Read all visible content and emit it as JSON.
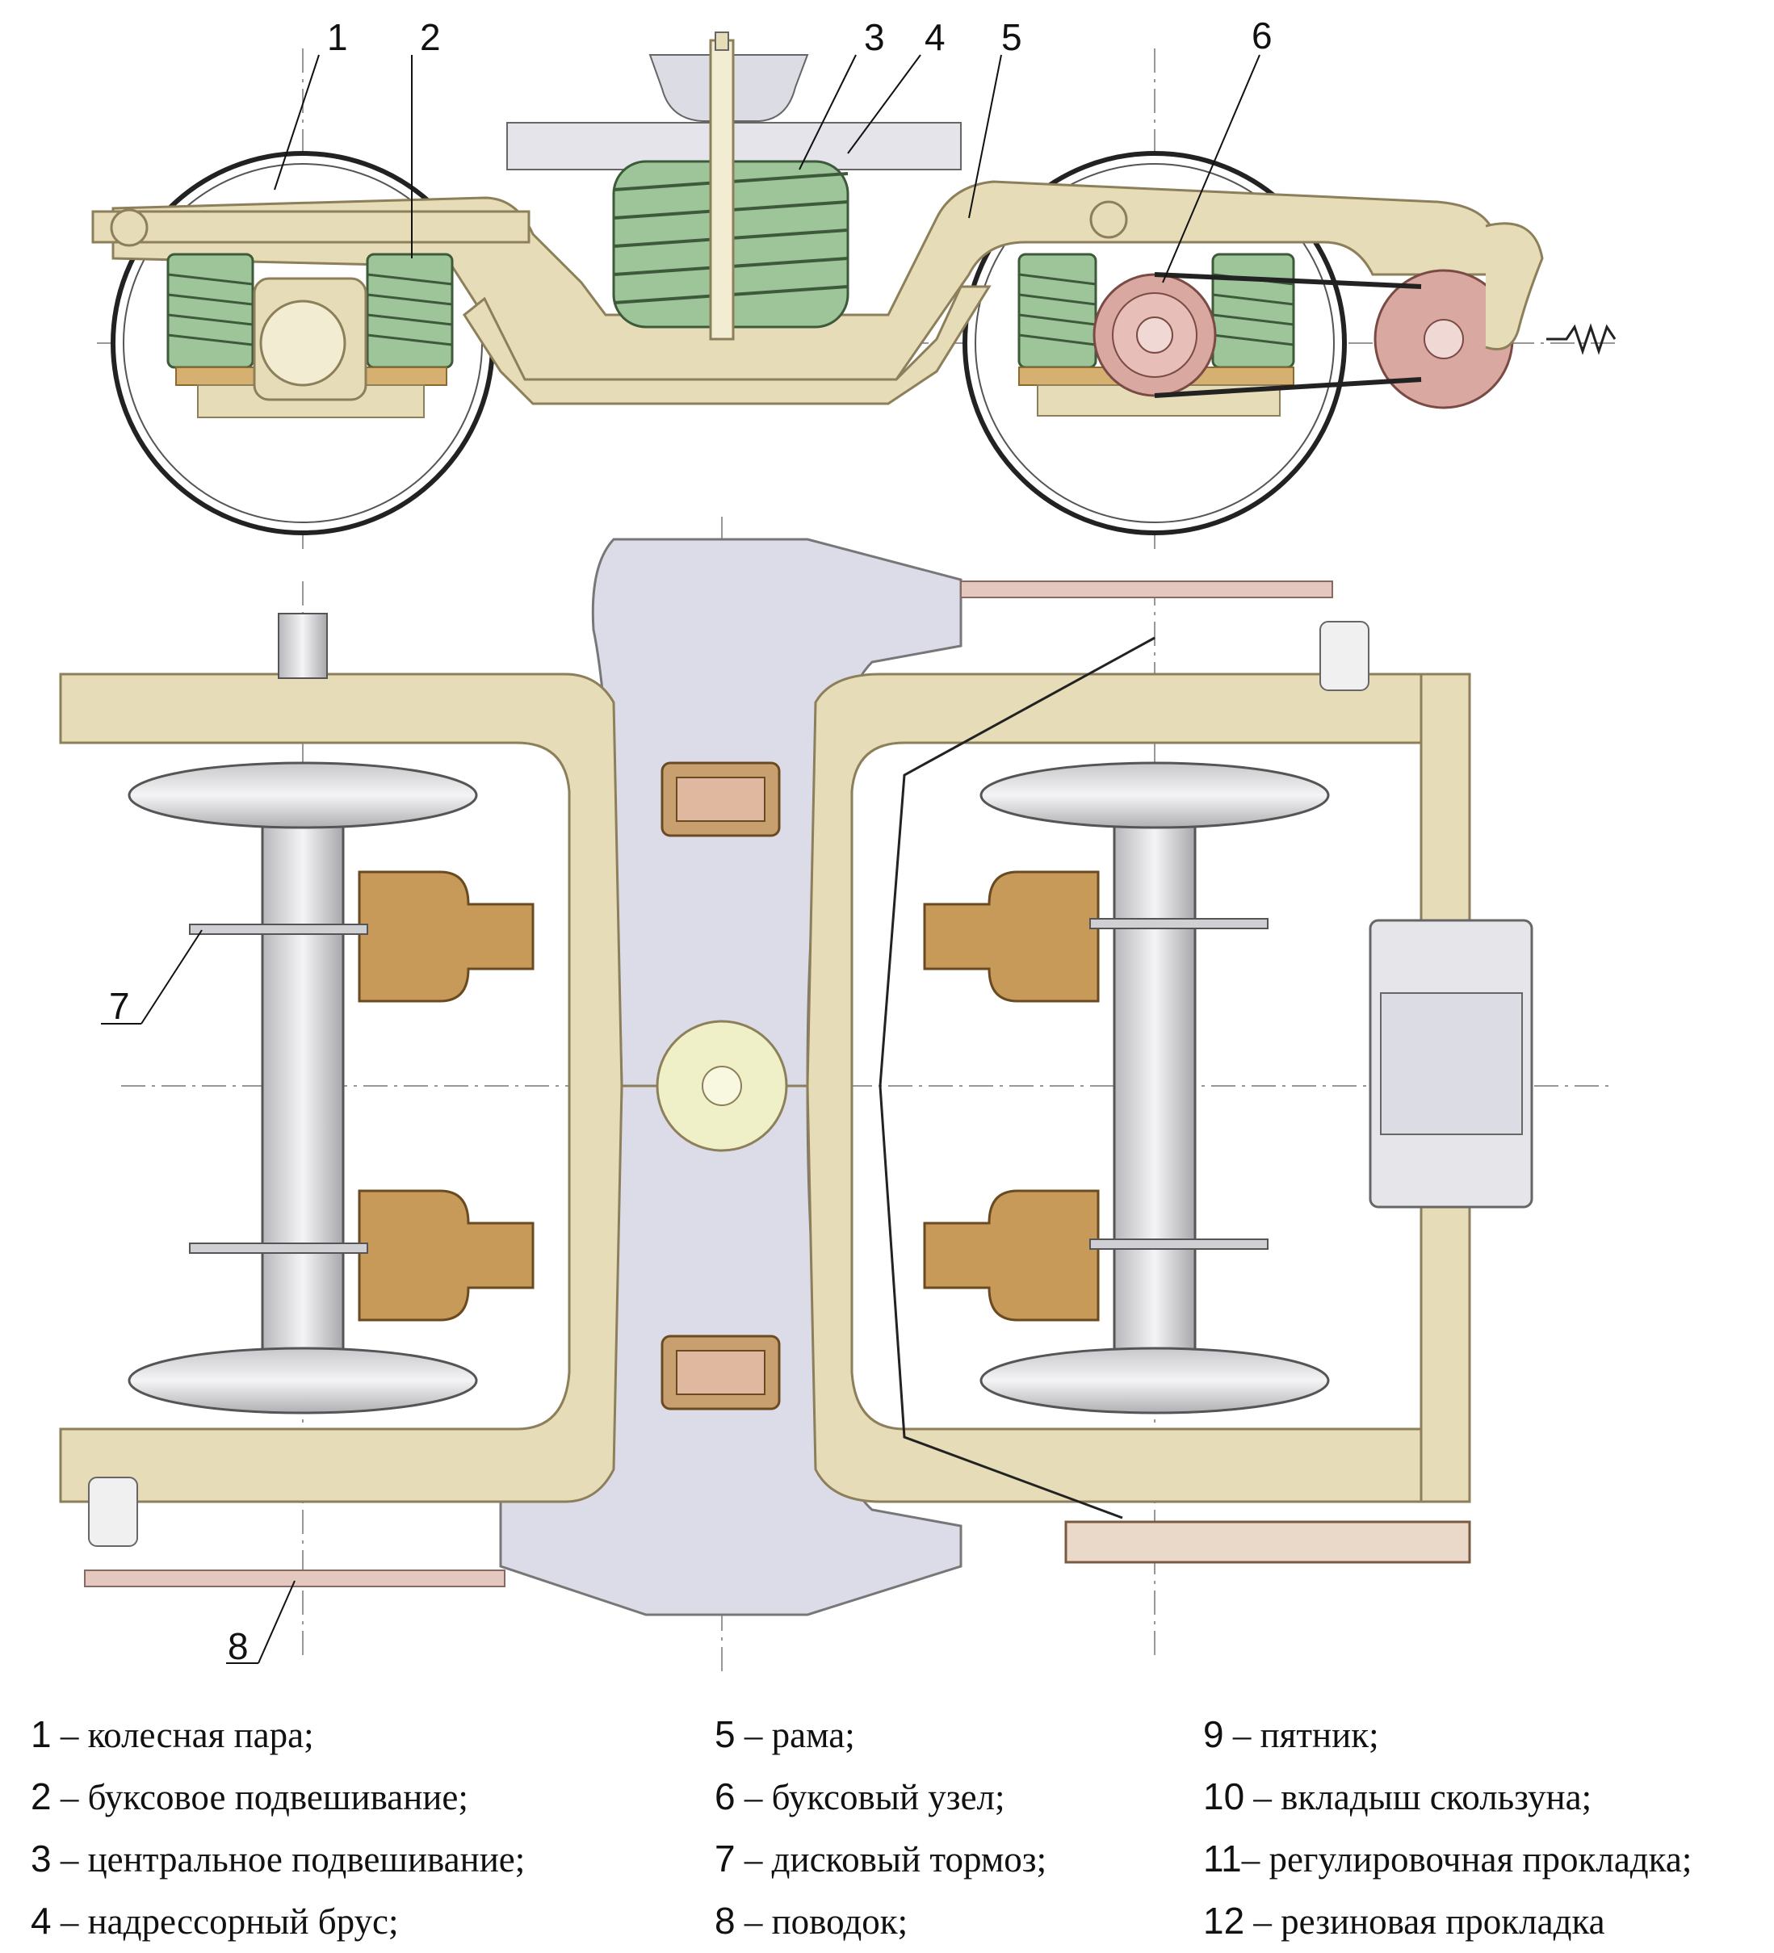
{
  "callouts": {
    "c1": "1",
    "c2": "2",
    "c3": "3",
    "c4": "4",
    "c5": "5",
    "c6": "6",
    "c7": "7",
    "c8": "8"
  },
  "legend": {
    "col1": [
      {
        "num": "1",
        "sep": " – ",
        "text": "колесная пара;"
      },
      {
        "num": "2",
        "sep": " – ",
        "text": "буксовое подвешивание;"
      },
      {
        "num": "3",
        "sep": " – ",
        "text": "центральное подвешивание;"
      },
      {
        "num": "4",
        "sep": " – ",
        "text": "надрессорный брус;"
      }
    ],
    "col2": [
      {
        "num": "5",
        "sep": " – ",
        "text": "рама;"
      },
      {
        "num": "6",
        "sep": " – ",
        "text": "буксовый узел;"
      },
      {
        "num": "7",
        "sep": " – ",
        "text": "дисковый тормоз;"
      },
      {
        "num": "8",
        "sep": " – ",
        "text": "поводок;"
      }
    ],
    "col3": [
      {
        "num": "9",
        "sep": " – ",
        "text": "пятник;"
      },
      {
        "num": "10",
        "sep": " – ",
        "text": "вкладыш скользуна;"
      },
      {
        "num": "11",
        "sep": "– ",
        "text": "регулировочная прокладка;"
      },
      {
        "num": "12",
        "sep": " – ",
        "text": "резиновая прокладка"
      }
    ]
  },
  "colors": {
    "frame": "#e6dcb8",
    "frame_stroke": "#8c7f5a",
    "spring": "#9ec49a",
    "bolster": "#dcdce8",
    "axlebox": "#c89a5a",
    "wheel": "#d9d9dc",
    "brake_disc": "#d9a8a0",
    "pad": "#c8a070"
  }
}
